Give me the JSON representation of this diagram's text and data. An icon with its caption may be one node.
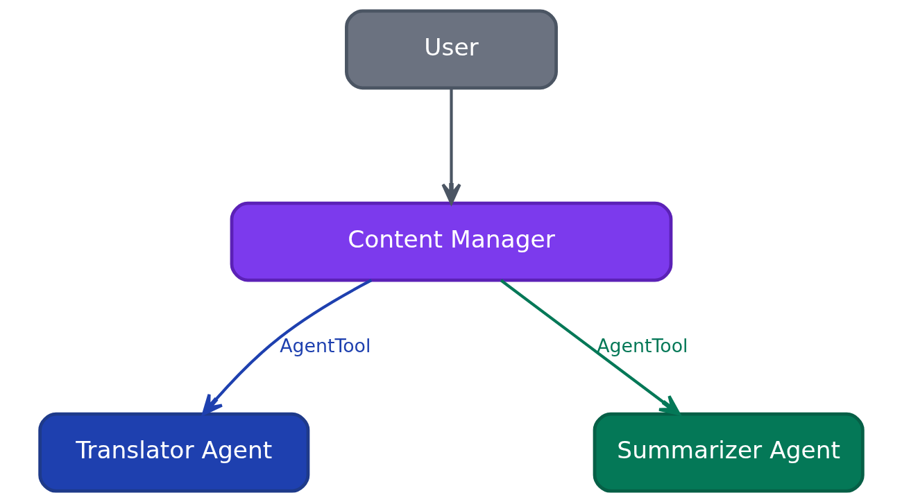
{
  "diagram": {
    "nodes": [
      {
        "text": [
          "User"
        ]
      },
      {
        "text": [
          "Content Manager"
        ]
      },
      {
        "text": [
          "Translator Agent"
        ]
      },
      {
        "text": [
          "Summarizer Agent"
        ]
      }
    ],
    "edges": [
      {
        "from": 0,
        "to": 1,
        "arrow": "to",
        "color": "#4b5563"
      },
      {
        "from": 1,
        "to": 2,
        "arrow": "to",
        "label": "AgentTool",
        "color": "#1e40af"
      },
      {
        "from": 1,
        "to": 3,
        "arrow": "to",
        "label": "AgentTool",
        "color": "#047857"
      }
    ]
  }
}
